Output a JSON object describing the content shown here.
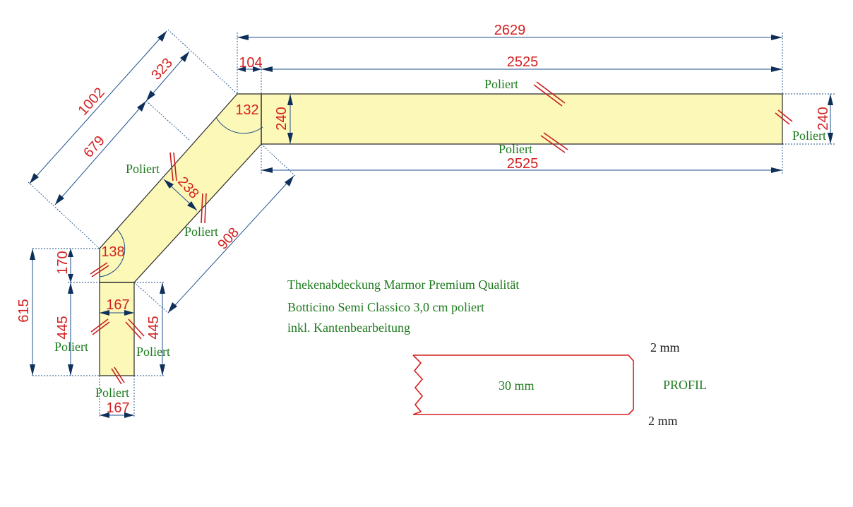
{
  "dimensions": {
    "top_total": "2629",
    "top_inner": "2525",
    "top_offset": "104",
    "bottom_length": "2525",
    "right_depth": "240",
    "left_depth": "240",
    "corner_angle_top": "132",
    "corner_angle_left": "138",
    "diag_total": "1002",
    "diag_part_upper": "323",
    "diag_part_lower": "679",
    "diag_width": "238",
    "diag_outer": "908",
    "leg_height_total": "615",
    "leg_offset": "170",
    "leg_height_left": "445",
    "leg_height_right": "445",
    "leg_width_top": "167",
    "leg_width_bottom": "167"
  },
  "edge_labels": {
    "top_edge": "Poliert",
    "bottom_edge": "Poliert",
    "right_end": "Poliert",
    "diag_outer_edge": "Poliert",
    "diag_inner_edge": "Poliert",
    "leg_left": "Poliert",
    "leg_right": "Poliert",
    "leg_bottom": "Poliert"
  },
  "description": {
    "line1": "Thekenabdeckung Marmor Premium Qualität",
    "line2": "Botticino Semi Classico 3,0 cm poliert",
    "line3": "inkl. Kantenbearbeitung"
  },
  "profile": {
    "thickness": "30 mm",
    "top_chamfer": "2 mm",
    "bottom_chamfer": "2 mm",
    "title": "PROFIL"
  },
  "colors": {
    "slab_fill": "#fbf8b8",
    "dimension_text": "#d42020",
    "note_text": "#1e7a1e",
    "dimension_line": "#1d4f8a"
  }
}
